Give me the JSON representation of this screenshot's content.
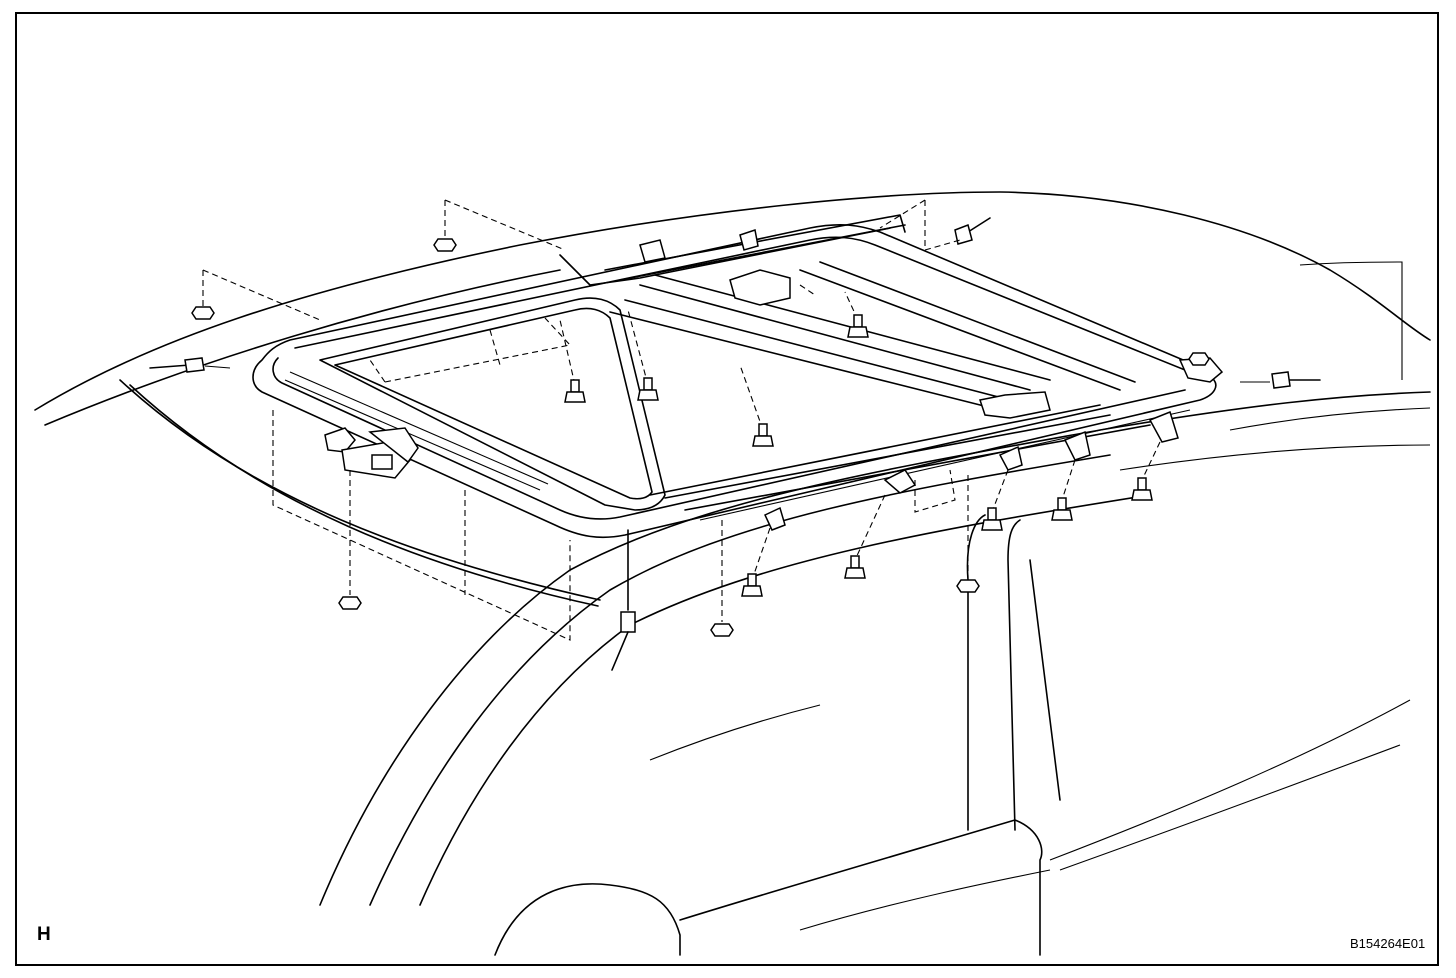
{
  "figure": {
    "view_letter": "H",
    "figure_code": "B154264E01"
  },
  "components": {
    "nuts": 6,
    "bolts": 9,
    "drain_hoses": 4,
    "motor_assembly": 1
  }
}
